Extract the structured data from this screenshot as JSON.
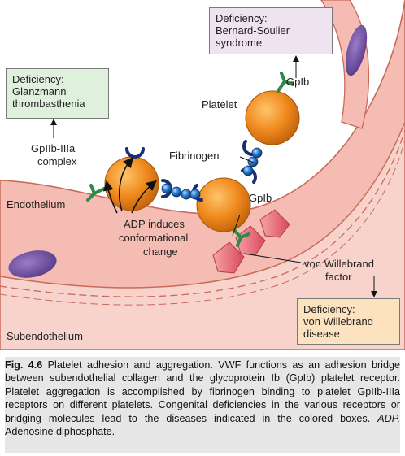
{
  "labels": {
    "platelet": "Platelet",
    "gpib_top": "GpIb",
    "gpib_bottom": "GpIb",
    "fibrinogen": "Fibrinogen",
    "gpiib_line1": "GpIIb-IIIa",
    "gpiib_line2": "complex",
    "endothelium": "Endothelium",
    "subendothelium": "Subendothelium",
    "adp_line1": "ADP induces",
    "adp_line2": "conformational",
    "adp_line3": "change",
    "vwf_line1": "von Willebrand",
    "vwf_line2": "factor"
  },
  "boxes": {
    "bernard": [
      "Deficiency:",
      "Bernard-Soulier",
      "syndrome"
    ],
    "glanzmann": [
      "Deficiency:",
      "Glanzmann",
      "thrombasthenia"
    ],
    "vwd": [
      "Deficiency:",
      "von Willebrand",
      "disease"
    ]
  },
  "caption": {
    "figure_number": "Fig. 4.6",
    "title": "Platelet adhesion and aggregation.",
    "body": "VWF functions as an adhesion bridge between subendothelial collagen and the glycoprotein Ib (GpIb) platelet receptor. Platelet aggregation is accomplished by fibrinogen binding to platelet GpIIb-IIIa receptors on different platelets. Congenital deficiencies in the various receptors or bridging molecules lead to the diseases indicated in the colored boxes.",
    "abbr_term": "ADP,",
    "abbr_def": "Adenosine diphosphate."
  },
  "colors": {
    "vessel_wall": "#f4c7be",
    "nucleus": "#6e4fa0",
    "platelet": "#f08a1e",
    "fibrinogen": "#1f6fc1",
    "gpib_receptor": "#2f8a47",
    "gpiib_receptor": "#1a2f70",
    "vwf": "#e85b6a"
  }
}
